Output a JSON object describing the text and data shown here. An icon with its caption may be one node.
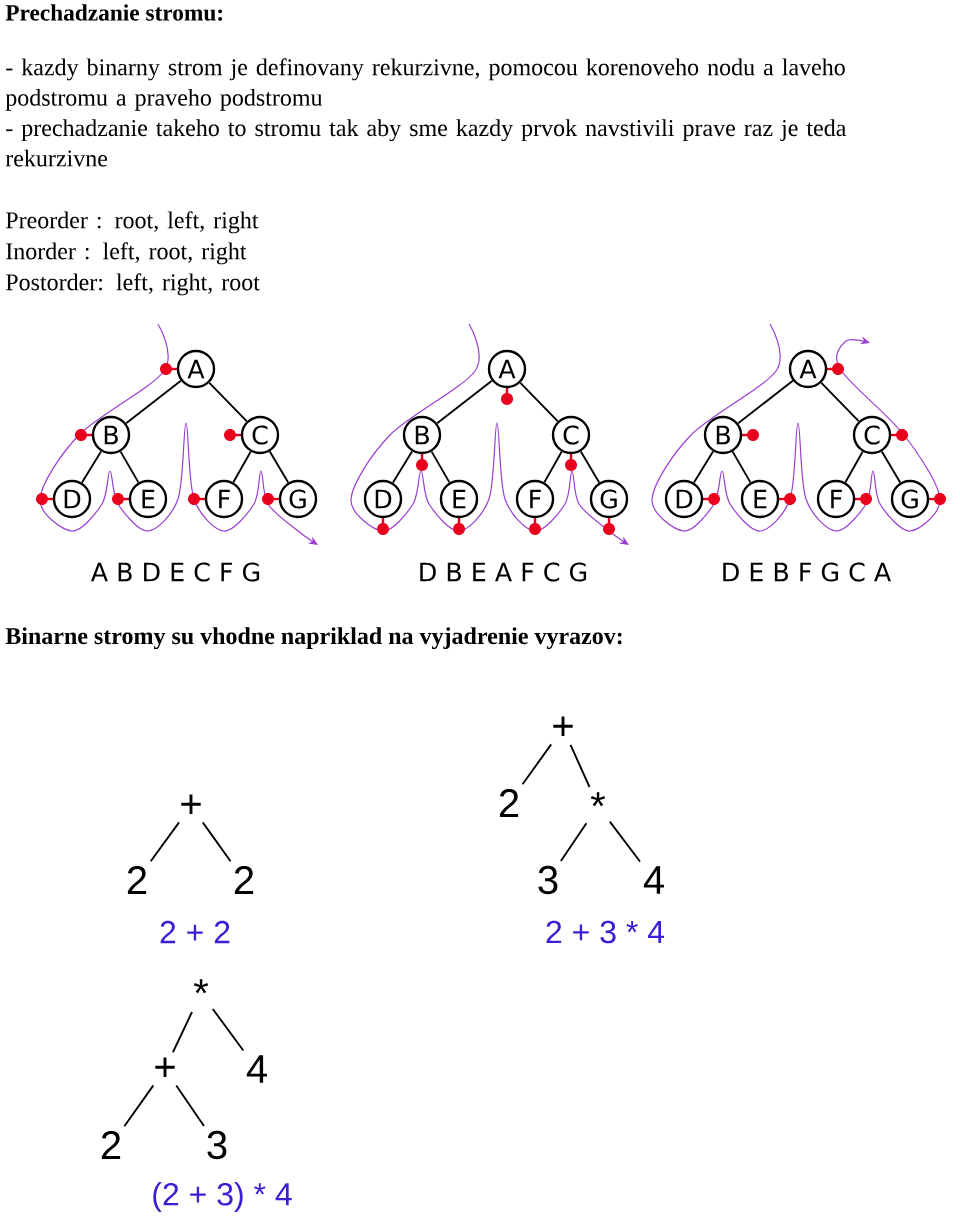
{
  "diagram": {
    "title": "Prechadzanie stromu:",
    "nodes": [
      {
        "text": [
          "A"
        ]
      },
      {
        "text": [
          "B"
        ]
      },
      {
        "text": [
          "C"
        ]
      },
      {
        "text": [
          "D"
        ]
      },
      {
        "text": [
          "E"
        ]
      },
      {
        "text": [
          "F"
        ]
      },
      {
        "text": [
          "G"
        ]
      },
      {
        "text": [
          "A"
        ]
      },
      {
        "text": [
          "B"
        ]
      },
      {
        "text": [
          "C"
        ]
      },
      {
        "text": [
          "D"
        ]
      },
      {
        "text": [
          "E"
        ]
      },
      {
        "text": [
          "F"
        ]
      },
      {
        "text": [
          "G"
        ]
      },
      {
        "text": [
          "A"
        ]
      },
      {
        "text": [
          "B"
        ]
      },
      {
        "text": [
          "C"
        ]
      },
      {
        "text": [
          "D"
        ]
      },
      {
        "text": [
          "E"
        ]
      },
      {
        "text": [
          "F"
        ]
      },
      {
        "text": [
          "G"
        ]
      },
      {
        "text": [
          "+"
        ]
      },
      {
        "text": [
          "2"
        ]
      },
      {
        "text": [
          "2"
        ]
      },
      {
        "text": [
          "+"
        ]
      },
      {
        "text": [
          "2"
        ]
      },
      {
        "text": [
          "*"
        ]
      },
      {
        "text": [
          "3"
        ]
      },
      {
        "text": [
          "4"
        ]
      },
      {
        "text": [
          "*"
        ]
      },
      {
        "text": [
          "+"
        ]
      },
      {
        "text": [
          "4"
        ]
      },
      {
        "text": [
          "2"
        ]
      },
      {
        "text": [
          "3"
        ]
      }
    ],
    "edges": [
      {
        "from": 0,
        "to": 1,
        "arrow": "none"
      },
      {
        "from": 0,
        "to": 2,
        "arrow": "none"
      },
      {
        "from": 1,
        "to": 3,
        "arrow": "none"
      },
      {
        "from": 1,
        "to": 4,
        "arrow": "none"
      },
      {
        "from": 2,
        "to": 5,
        "arrow": "none"
      },
      {
        "from": 2,
        "to": 6,
        "arrow": "none"
      },
      {
        "from": 7,
        "to": 8,
        "arrow": "none"
      },
      {
        "from": 7,
        "to": 9,
        "arrow": "none"
      },
      {
        "from": 8,
        "to": 10,
        "arrow": "none"
      },
      {
        "from": 8,
        "to": 11,
        "arrow": "none"
      },
      {
        "from": 9,
        "to": 12,
        "arrow": "none"
      },
      {
        "from": 9,
        "to": 13,
        "arrow": "none"
      },
      {
        "from": 14,
        "to": 15,
        "arrow": "none"
      },
      {
        "from": 14,
        "to": 16,
        "arrow": "none"
      },
      {
        "from": 15,
        "to": 17,
        "arrow": "none"
      },
      {
        "from": 15,
        "to": 18,
        "arrow": "none"
      },
      {
        "from": 16,
        "to": 19,
        "arrow": "none"
      },
      {
        "from": 16,
        "to": 20,
        "arrow": "none"
      },
      {
        "from": 21,
        "to": 22,
        "arrow": "none"
      },
      {
        "from": 21,
        "to": 23,
        "arrow": "none"
      },
      {
        "from": 24,
        "to": 25,
        "arrow": "none"
      },
      {
        "from": 24,
        "to": 26,
        "arrow": "none"
      },
      {
        "from": 26,
        "to": 27,
        "arrow": "none"
      },
      {
        "from": 26,
        "to": 28,
        "arrow": "none"
      },
      {
        "from": 29,
        "to": 30,
        "arrow": "none"
      },
      {
        "from": 29,
        "to": 31,
        "arrow": "none"
      },
      {
        "from": 30,
        "to": 32,
        "arrow": "none"
      },
      {
        "from": 30,
        "to": 33,
        "arrow": "none"
      }
    ],
    "labels": [
      "- kazdy binarny strom je definovany rekurzivne, pomocou korenoveho nodu a laveho podstromu a praveho podstromu",
      "- prechadzanie takeho to stromu tak aby sme kazdy prvok navstivili prave raz je teda rekurzivne",
      "Preorder : root, left, right",
      "Inorder : left, root, right",
      "Postorder: left, right, root",
      "A B D E C F G",
      "D B E A F C G",
      "D E B F G C A",
      "Binarne stromy su vhodne napriklad na vyjadrenie vyrazov:",
      "2 + 2",
      "2 + 3 * 4",
      "(2 + 3) * 4"
    ]
  }
}
